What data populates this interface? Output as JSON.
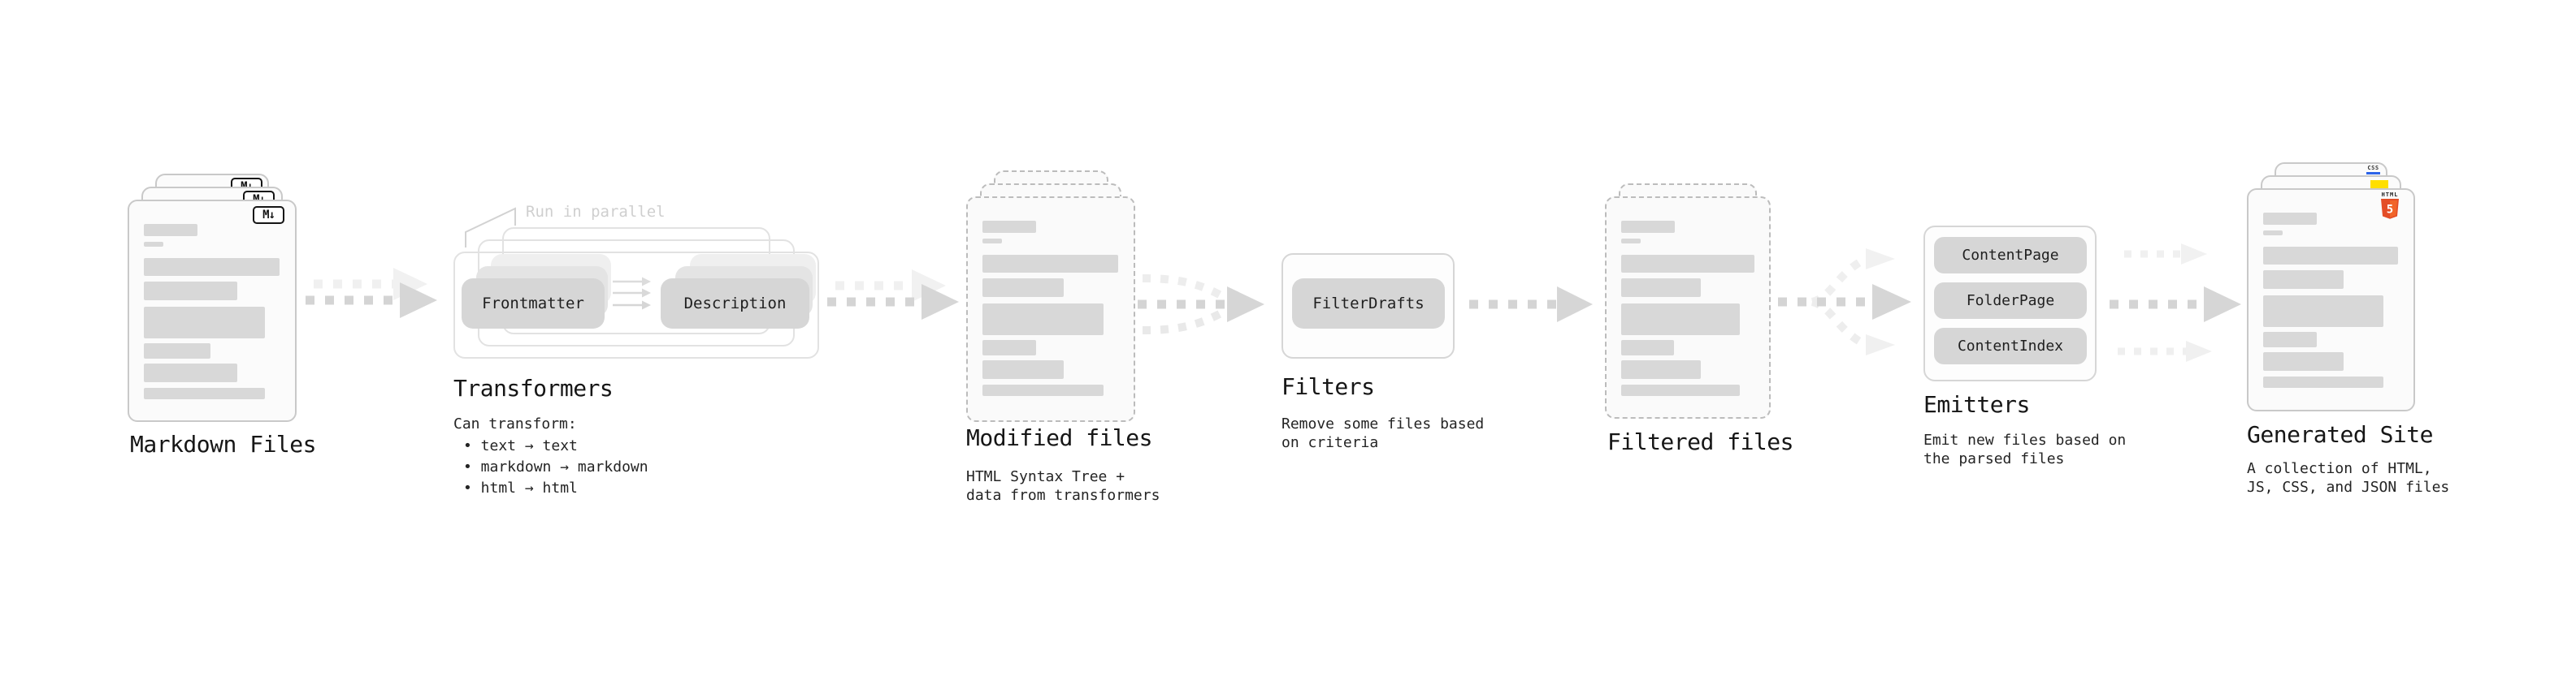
{
  "diagram": {
    "stages": {
      "markdown": {
        "title": "Markdown Files"
      },
      "transformers": {
        "title": "Transformers",
        "annotation": "Run in parallel",
        "pill_left": "Frontmatter",
        "pill_right": "Description",
        "note_heading": "Can transform:",
        "bullet1": "• text → text",
        "bullet2": "• markdown → markdown",
        "bullet3": "• html → html"
      },
      "modified": {
        "title": "Modified files",
        "desc1": "HTML Syntax Tree +",
        "desc2": "data from transformers"
      },
      "filters": {
        "title": "Filters",
        "pill": "FilterDrafts",
        "desc1": "Remove some files based",
        "desc2": "on criteria"
      },
      "filtered": {
        "title": "Filtered files"
      },
      "emitters": {
        "title": "Emitters",
        "pill1": "ContentPage",
        "pill2": "FolderPage",
        "pill3": "ContentIndex",
        "desc1": "Emit new files based on",
        "desc2": "the parsed files"
      },
      "generated": {
        "title": "Generated Site",
        "desc1": "A collection of HTML,",
        "desc2": "JS, CSS, and JSON files"
      }
    },
    "icons": {
      "markdown_badge": "M↓",
      "html5_label": "HTML",
      "html5_glyph": "5",
      "css_label": "CSS"
    },
    "colors": {
      "html5_orange": "#e44d26",
      "html5_orange_light": "#f16529",
      "css_blue": "#2b63e8",
      "js_yellow": "#ffdf00",
      "bar_gray": "#d8d8d8",
      "pill_gray": "#d6d6d6",
      "arrow_strong": "#d4d4d4",
      "arrow_faint": "#f0f0f0",
      "annotation_gray": "#cfcfcf"
    }
  }
}
